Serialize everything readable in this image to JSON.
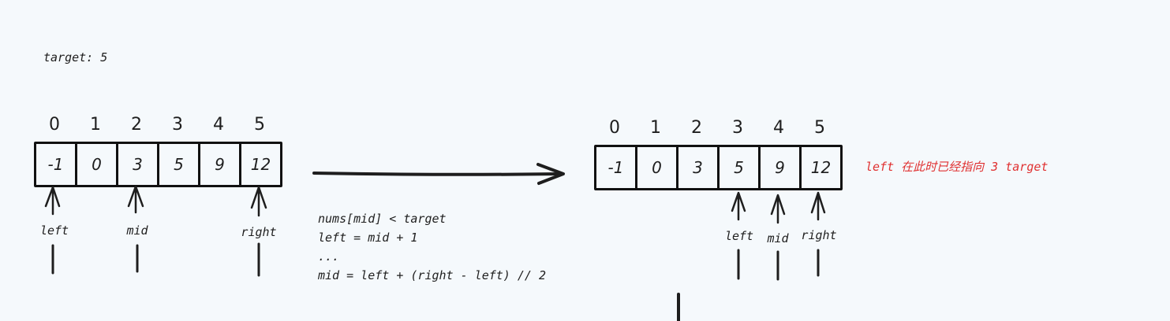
{
  "target_label": "target: 5",
  "indices": [
    "0",
    "1",
    "2",
    "3",
    "4",
    "5"
  ],
  "before": {
    "values": [
      "-1",
      "0",
      "3",
      "5",
      "9",
      "12"
    ],
    "pointers": {
      "left": "left",
      "mid": "mid",
      "right": "right"
    }
  },
  "after": {
    "values": [
      "-1",
      "0",
      "3",
      "5",
      "9",
      "12"
    ],
    "pointers": {
      "left": "left",
      "mid": "mid",
      "right": "right"
    }
  },
  "code_lines": [
    "nums[mid] < target",
    "left = mid + 1",
    "...",
    "mid = left + (right - left) // 2"
  ],
  "note": "left 在此时已经指向 3 target",
  "colors": {
    "stroke": "#1e1e1e",
    "note": "#e03131",
    "background": "#f5f9fc"
  }
}
